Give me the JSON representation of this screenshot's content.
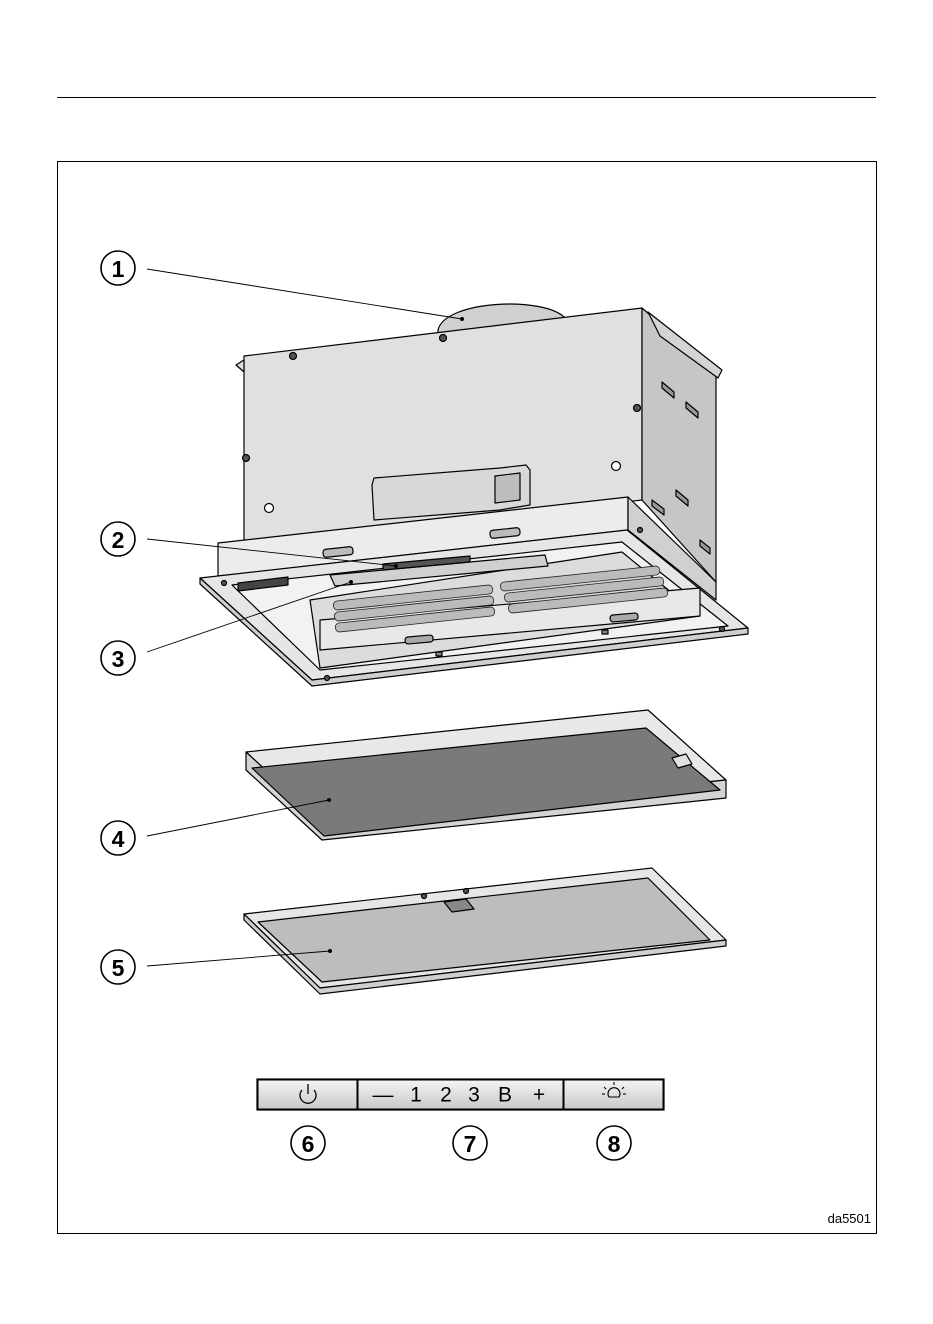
{
  "callouts": [
    "1",
    "2",
    "3",
    "4",
    "5",
    "6",
    "7",
    "8"
  ],
  "control_panel": {
    "power_symbol": "power-icon",
    "fan_labels": [
      "—",
      "1",
      "2",
      "3",
      "B",
      "+"
    ],
    "light_symbol": "light-icon"
  },
  "colors": {
    "housing": "#dcdcdc",
    "housing_side": "#c8c8c8",
    "charcoal_filter": "#7d7d7d",
    "grease_filter": "#bdbdbd",
    "panel_button": "#dedede"
  },
  "reference": "da5501"
}
